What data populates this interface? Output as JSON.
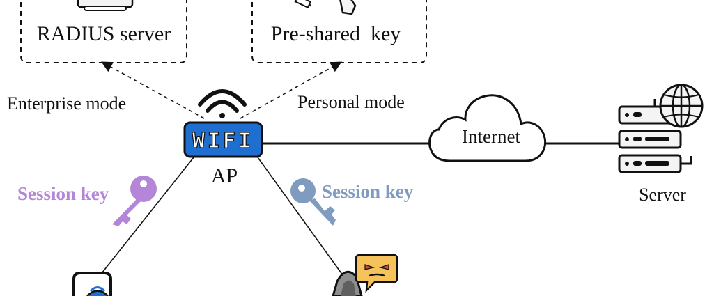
{
  "diagram": {
    "boxes": {
      "radius": "RADIUS server",
      "psk": "Pre-shared  key"
    },
    "modes": {
      "enterprise": "Enterprise mode",
      "personal": "Personal mode"
    },
    "ap": {
      "badge": "WIFI",
      "label": "AP"
    },
    "cloud": "Internet",
    "server": "Server",
    "session_keys": {
      "left": "Session key",
      "right": "Session key"
    },
    "colors": {
      "ap_blue": "#1f6fd1",
      "left_key": "#b585d8",
      "right_key": "#7f9bbf",
      "ink": "#111111",
      "warning_yellow": "#f6c35b",
      "warning_red": "#d9434b"
    },
    "icons": [
      "monitor-icon",
      "key-icon",
      "wifi-signal-icon",
      "cloud-icon",
      "server-globe-icon",
      "purple-key-icon",
      "blue-key-icon",
      "phone-icon",
      "hacker-icon",
      "angry-chat-icon"
    ]
  }
}
